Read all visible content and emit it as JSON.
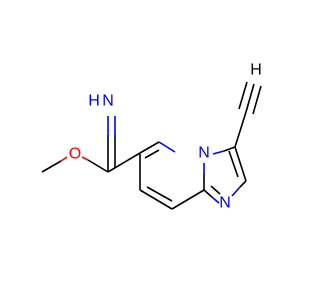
{
  "molecule": {
    "atoms": {
      "imine_n": "N",
      "imine_h": "H",
      "ester_o": "O",
      "ring_n": "N",
      "imidazole_n": "N",
      "alkyne_h": "H"
    },
    "colors": {
      "bond": "#000000",
      "nitrogen": "#0000ff",
      "oxygen": "#ff0000",
      "hydrogen": "#000000",
      "background": "#ffffff"
    }
  }
}
